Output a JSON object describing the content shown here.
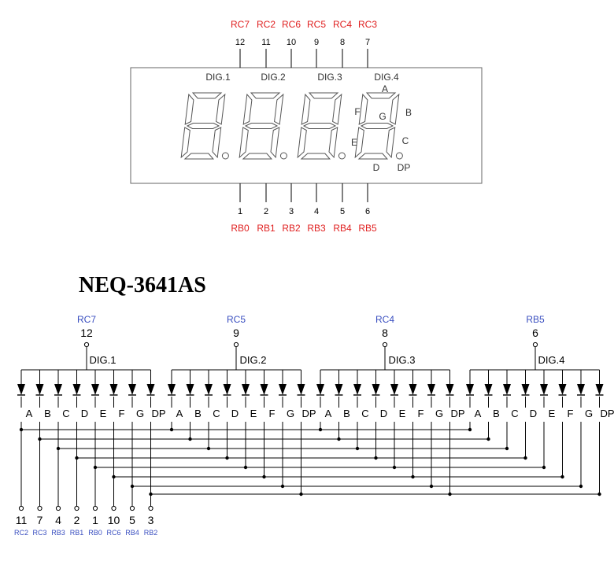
{
  "top_diagram": {
    "top_pins": [
      {
        "number": "12",
        "port": "RC7"
      },
      {
        "number": "11",
        "port": "RC2"
      },
      {
        "number": "10",
        "port": "RC6"
      },
      {
        "number": "9",
        "port": "RC5"
      },
      {
        "number": "8",
        "port": "RC4"
      },
      {
        "number": "7",
        "port": "RC3"
      }
    ],
    "bottom_pins": [
      {
        "number": "1",
        "port": "RB0"
      },
      {
        "number": "2",
        "port": "RB1"
      },
      {
        "number": "3",
        "port": "RB2"
      },
      {
        "number": "4",
        "port": "RB3"
      },
      {
        "number": "5",
        "port": "RB4"
      },
      {
        "number": "6",
        "port": "RB5"
      }
    ],
    "digit_labels": [
      "DIG.1",
      "DIG.2",
      "DIG.3",
      "DIG.4"
    ],
    "segment_labels": {
      "a": "A",
      "b": "B",
      "c": "C",
      "d": "D",
      "e": "E",
      "f": "F",
      "g": "G",
      "dp": "DP"
    }
  },
  "part_title": "NEQ-3641AS",
  "schematic": {
    "digits": [
      {
        "label": "DIG.1",
        "pin": "12",
        "port": "RC7"
      },
      {
        "label": "DIG.2",
        "pin": "9",
        "port": "RC5"
      },
      {
        "label": "DIG.3",
        "pin": "8",
        "port": "RC4"
      },
      {
        "label": "DIG.4",
        "pin": "6",
        "port": "RB5"
      }
    ],
    "segments": [
      "A",
      "B",
      "C",
      "D",
      "E",
      "F",
      "G",
      "DP"
    ],
    "segment_pins": [
      {
        "segment": "A",
        "pin": "11",
        "port": "RC2"
      },
      {
        "segment": "B",
        "pin": "7",
        "port": "RC3"
      },
      {
        "segment": "C",
        "pin": "4",
        "port": "RB3"
      },
      {
        "segment": "D",
        "pin": "2",
        "port": "RB1"
      },
      {
        "segment": "E",
        "pin": "1",
        "port": "RB0"
      },
      {
        "segment": "F",
        "pin": "10",
        "port": "RC6"
      },
      {
        "segment": "G",
        "pin": "5",
        "port": "RB4"
      },
      {
        "segment": "DP",
        "pin": "3",
        "port": "RB2"
      }
    ]
  },
  "colors": {
    "port_top": "#e02020",
    "port_schematic": "#3a4fc0",
    "line": "#000000",
    "panel_line": "#666666"
  }
}
